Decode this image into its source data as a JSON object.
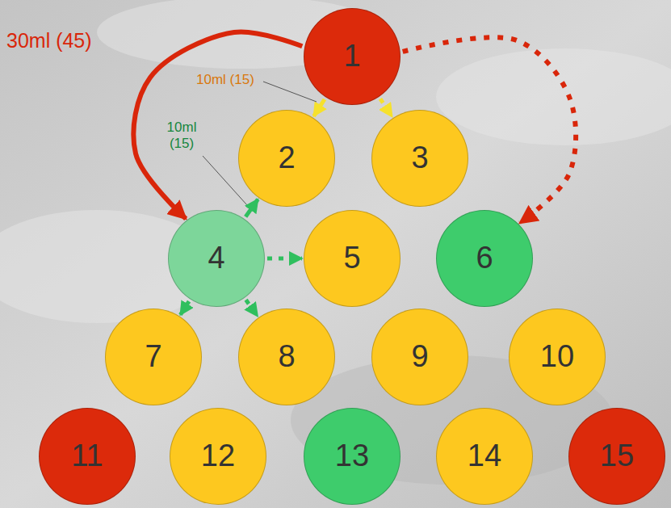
{
  "diagram": {
    "nodes": [
      {
        "text": [
          "1"
        ]
      },
      {
        "text": [
          "2"
        ]
      },
      {
        "text": [
          "3"
        ]
      },
      {
        "text": [
          "4"
        ]
      },
      {
        "text": [
          "5"
        ]
      },
      {
        "text": [
          "6"
        ]
      },
      {
        "text": [
          "7"
        ]
      },
      {
        "text": [
          "8"
        ]
      },
      {
        "text": [
          "9"
        ]
      },
      {
        "text": [
          "10"
        ]
      },
      {
        "text": [
          "11"
        ]
      },
      {
        "text": [
          "12"
        ]
      },
      {
        "text": [
          "13"
        ]
      },
      {
        "text": [
          "14"
        ]
      },
      {
        "text": [
          "15"
        ]
      }
    ],
    "edges": [
      {
        "from": 0,
        "to": 3,
        "arrow": "to",
        "label": "30ml (45)"
      },
      {
        "from": 0,
        "to": 5,
        "arrow": "to"
      },
      {
        "from": 0,
        "to": 1,
        "arrow": "to",
        "label": "10ml (15)"
      },
      {
        "from": 0,
        "to": 2,
        "arrow": "to"
      },
      {
        "from": 3,
        "to": 1,
        "arrow": "to",
        "label": "10ml (15)"
      },
      {
        "from": 3,
        "to": 4,
        "arrow": "to"
      },
      {
        "from": 3,
        "to": 6,
        "arrow": "to"
      },
      {
        "from": 3,
        "to": 7,
        "arrow": "to"
      }
    ]
  }
}
